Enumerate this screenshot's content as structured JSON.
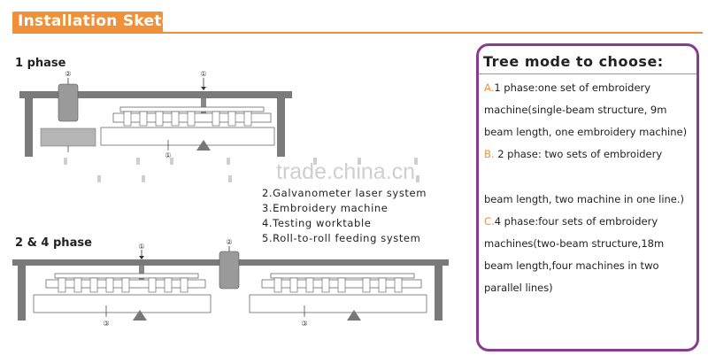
{
  "header": {
    "title": "Installation Sketch:"
  },
  "diagram": {
    "phase1_label": "1 phase",
    "phase24_label": "2 & 4 phase",
    "markers": {
      "m1": "①",
      "m2": "②",
      "m3": "③"
    },
    "legend": [
      "2.Galvanometer laser system",
      "3.Embroidery machine",
      "4.Testing worktable",
      "5.Roll-to-roll feeding system"
    ],
    "watermark": "trade.china.cn"
  },
  "panel": {
    "title": "Tree mode to choose:",
    "modes": [
      {
        "letter": "A.",
        "lines": [
          "1 phase:one set of embroidery",
          "machine(single-beam structure, 9m",
          "beam length, one embroidery machine)"
        ]
      },
      {
        "letter": "B.",
        "lines": [
          " 2 phase: two sets of embroidery",
          "",
          "beam length, two machine in one line.)"
        ]
      },
      {
        "letter": "C.",
        "lines": [
          "4 phase:four sets of embroidery",
          "machines(two-beam structure,18m",
          "beam length,four machines in two",
          "parallel lines)"
        ]
      }
    ]
  },
  "colors": {
    "accent": "#f0913a",
    "panel_border": "#8a3a8f",
    "beam": "#7a7a7a"
  }
}
